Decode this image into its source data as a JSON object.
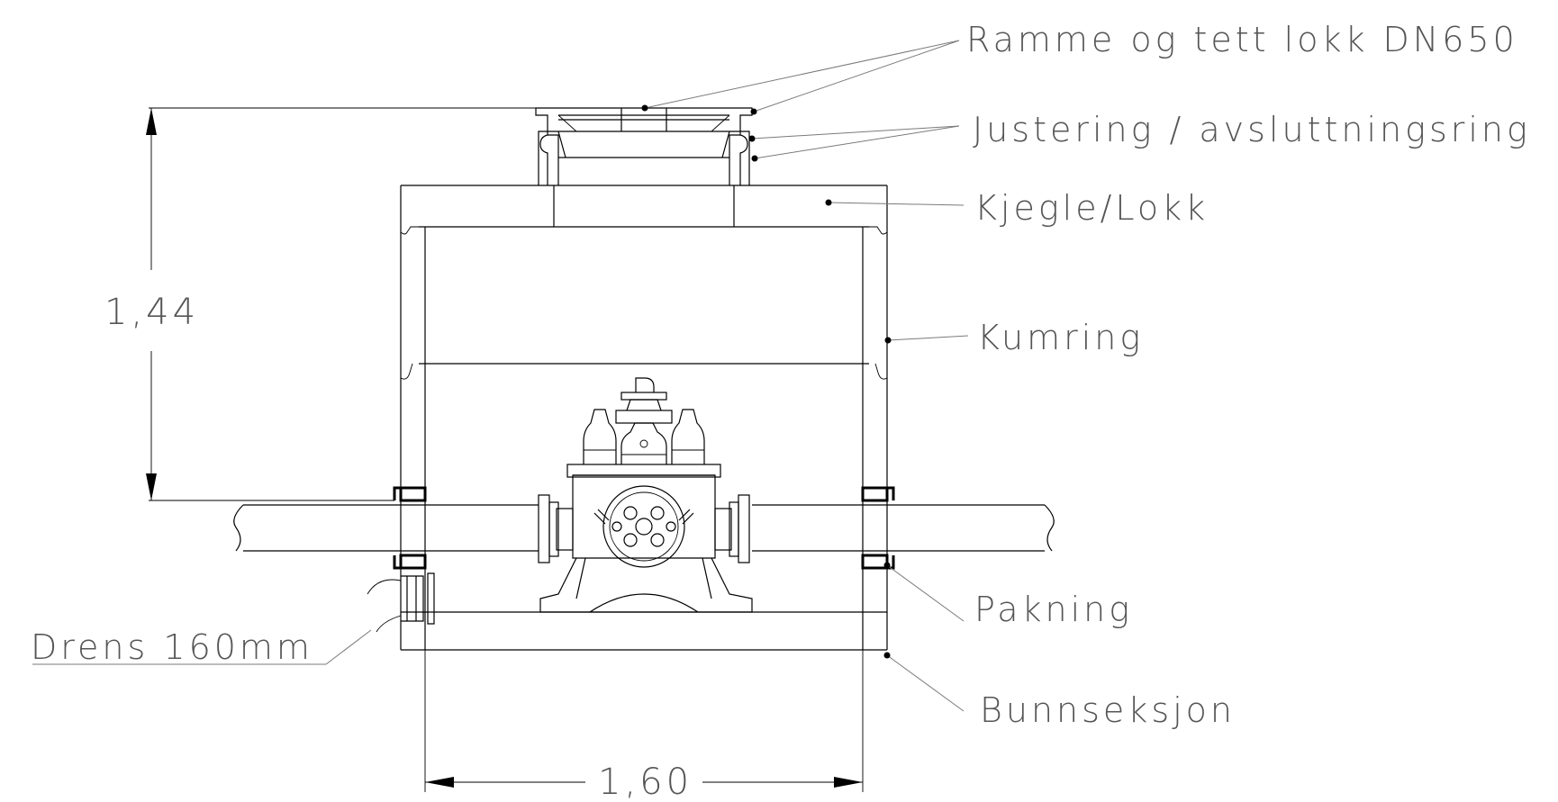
{
  "labels": {
    "frame_lid": "Ramme og tett lokk DN650",
    "adjust_ring": "Justering / avsluttningsring",
    "cone_lid": "Kjegle/Lokk",
    "ring": "Kumring",
    "gasket": "Pakning",
    "bottom": "Bunnseksjon",
    "drain": "Drens 160mm"
  },
  "dimensions": {
    "height": "1,44",
    "width": "1,60"
  }
}
